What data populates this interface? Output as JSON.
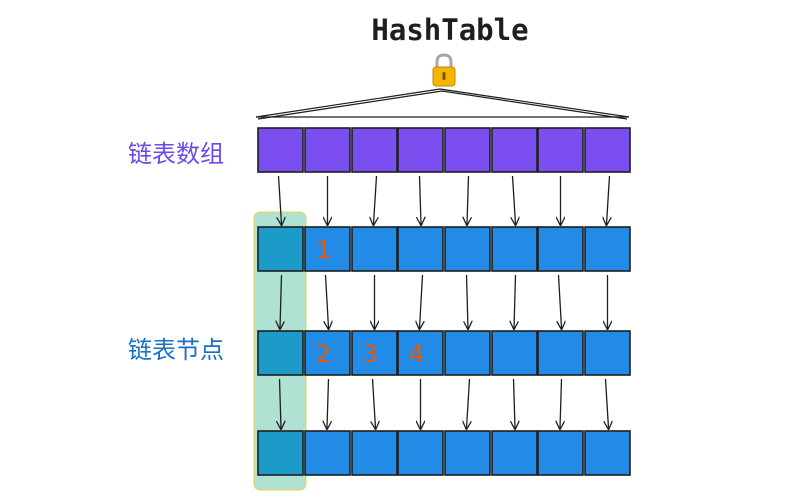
{
  "title": "HashTable",
  "lock_icon": "lock-icon",
  "array_label": "链表数组",
  "node_label": "链表节点",
  "node_numbers": [
    {
      "row": 0,
      "col": 1,
      "text": "1"
    },
    {
      "row": 1,
      "col": 1,
      "text": "2"
    },
    {
      "row": 1,
      "col": 2,
      "text": "3"
    },
    {
      "row": 1,
      "col": 3,
      "text": "4"
    }
  ],
  "colors": {
    "array_cell": "#7b4ef0",
    "node_cell": "#228be6",
    "highlighted_column": "#1c9bc9",
    "column_highlight_band": "#96d8c6",
    "number_text": "#e8590c",
    "array_label": "#7048e8",
    "node_label": "#1971c2",
    "stroke": "#1e1e1e"
  },
  "bucket_count": 8,
  "node_rows": 3
}
